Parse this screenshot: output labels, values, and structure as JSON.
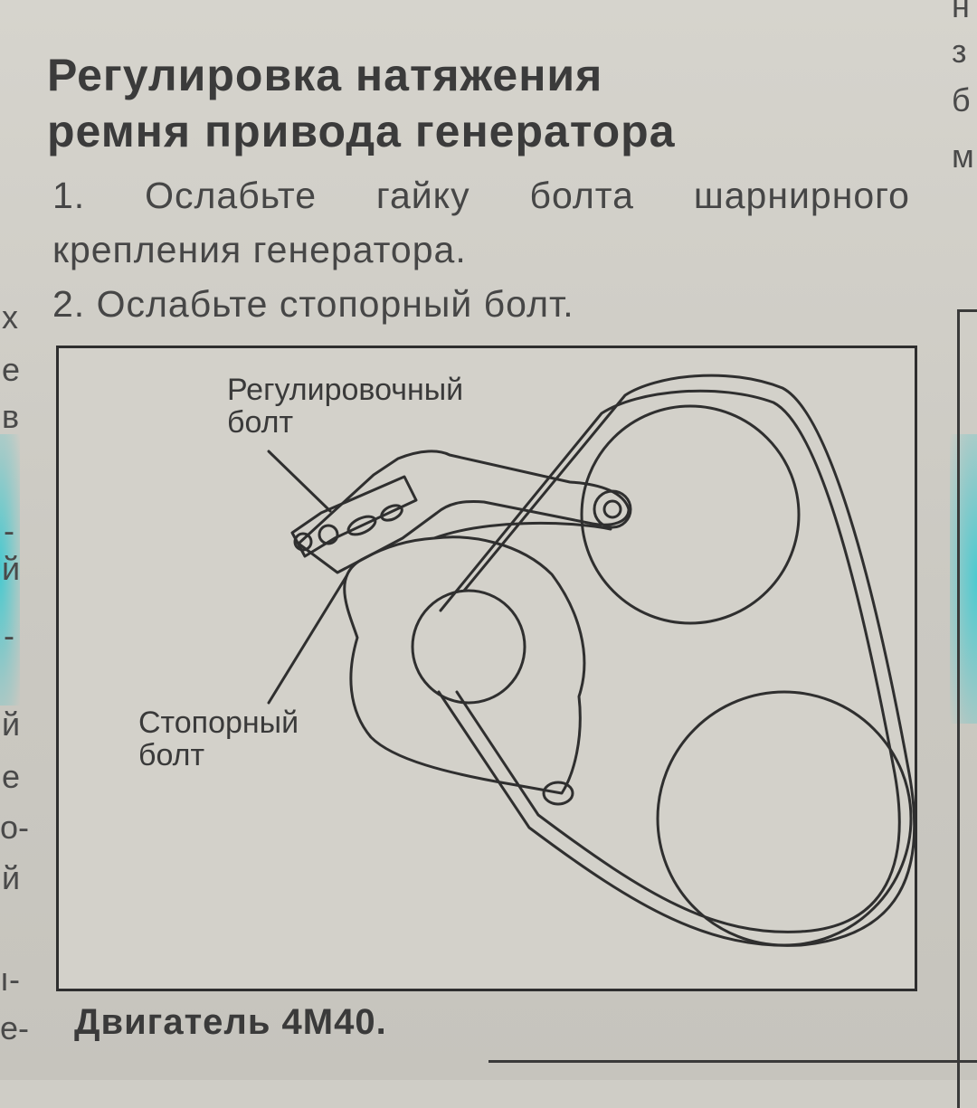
{
  "heading": {
    "line1": "Регулировка натяжения",
    "line2": "ремня привода генератора"
  },
  "steps": [
    {
      "line1": "1. Ослабьте гайку болта шарнирного",
      "line2": "крепления генератора."
    },
    {
      "line1": "2. Ослабьте стопорный болт."
    }
  ],
  "figure": {
    "callout_adjusting": {
      "line1": "Регулировочный",
      "line2": "болт"
    },
    "callout_locking": {
      "line1": "Стопорный",
      "line2": "болт"
    },
    "caption": "Двигатель 4M40."
  },
  "margin_fragments": {
    "right": [
      "н",
      "з",
      "б",
      "м"
    ],
    "left": [
      "х",
      "е",
      "в",
      "-",
      "й",
      "-",
      "й",
      "е",
      "о-",
      "й",
      "ı-",
      "е-"
    ]
  },
  "colors": {
    "paper": "#cfcdc6",
    "ink": "#3a3a3a",
    "highlight_teal": "#49c9cf"
  }
}
